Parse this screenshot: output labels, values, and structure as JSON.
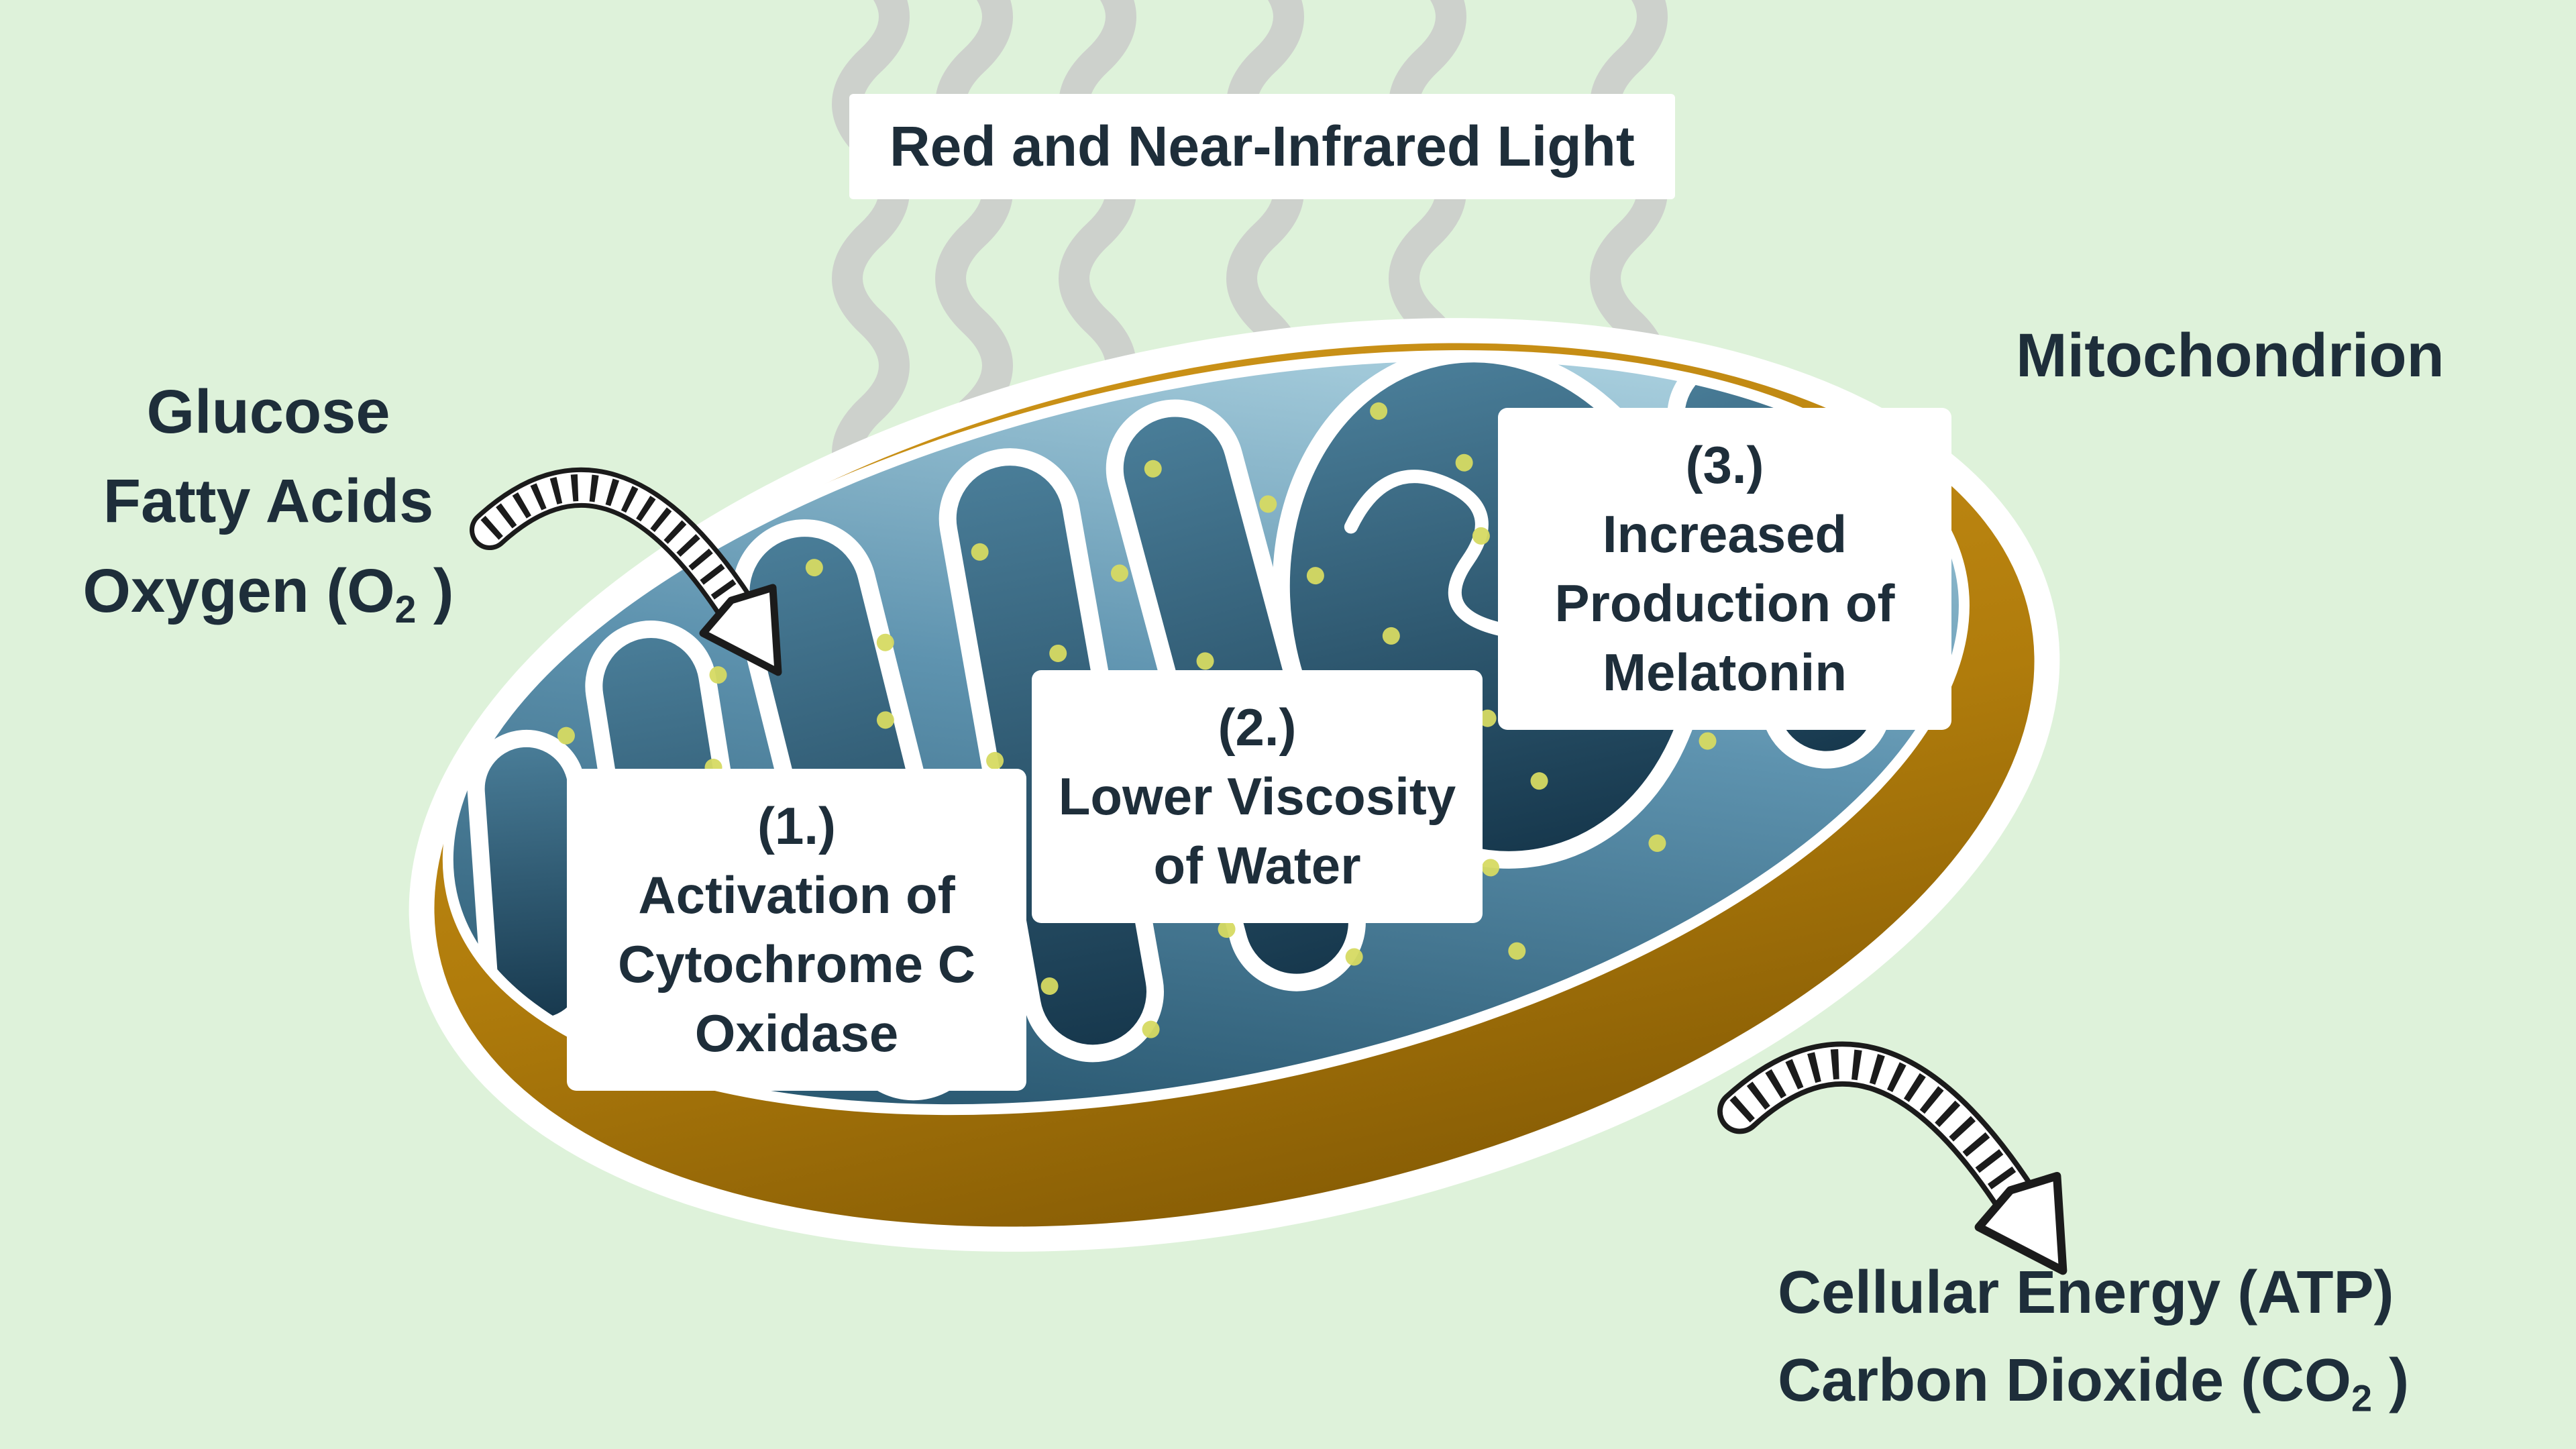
{
  "title": "Red and Near-Infrared Light",
  "organelle_label": "Mitochondrion",
  "inputs": {
    "line1": "Glucose",
    "line2": "Fatty Acids",
    "oxygen_prefix": "Oxygen (O",
    "oxygen_sub": "2",
    "oxygen_suffix": " )"
  },
  "steps": [
    {
      "number": "(1.)",
      "lines": [
        "Activation of",
        "Cytochrome C",
        "Oxidase"
      ]
    },
    {
      "number": "(2.)",
      "lines": [
        "Lower Viscosity",
        "of Water"
      ]
    },
    {
      "number": "(3.)",
      "lines": [
        "Increased",
        "Production of",
        "Melatonin"
      ]
    }
  ],
  "outputs": {
    "line1": "Cellular Energy (ATP)",
    "co2_prefix": "Carbon Dioxide (CO",
    "co2_sub": "2",
    "co2_suffix": " )"
  },
  "colors": {
    "background": "#def2da",
    "text": "#1e2e3a",
    "light_rays": "#c8c8c8",
    "outer_membrane_gold_light": "#c99016",
    "outer_membrane_gold_dark": "#8a5f05",
    "matrix_blue_light": "#b9dce8",
    "matrix_blue_dark": "#1d4a62",
    "cristae_blue_light": "#4a7e99",
    "cristae_blue_dark": "#16374c",
    "granule_yellow": "#d6da62",
    "membrane_white": "#ffffff",
    "arrow_ink": "#1b1b1b",
    "box_background": "#ffffff"
  }
}
